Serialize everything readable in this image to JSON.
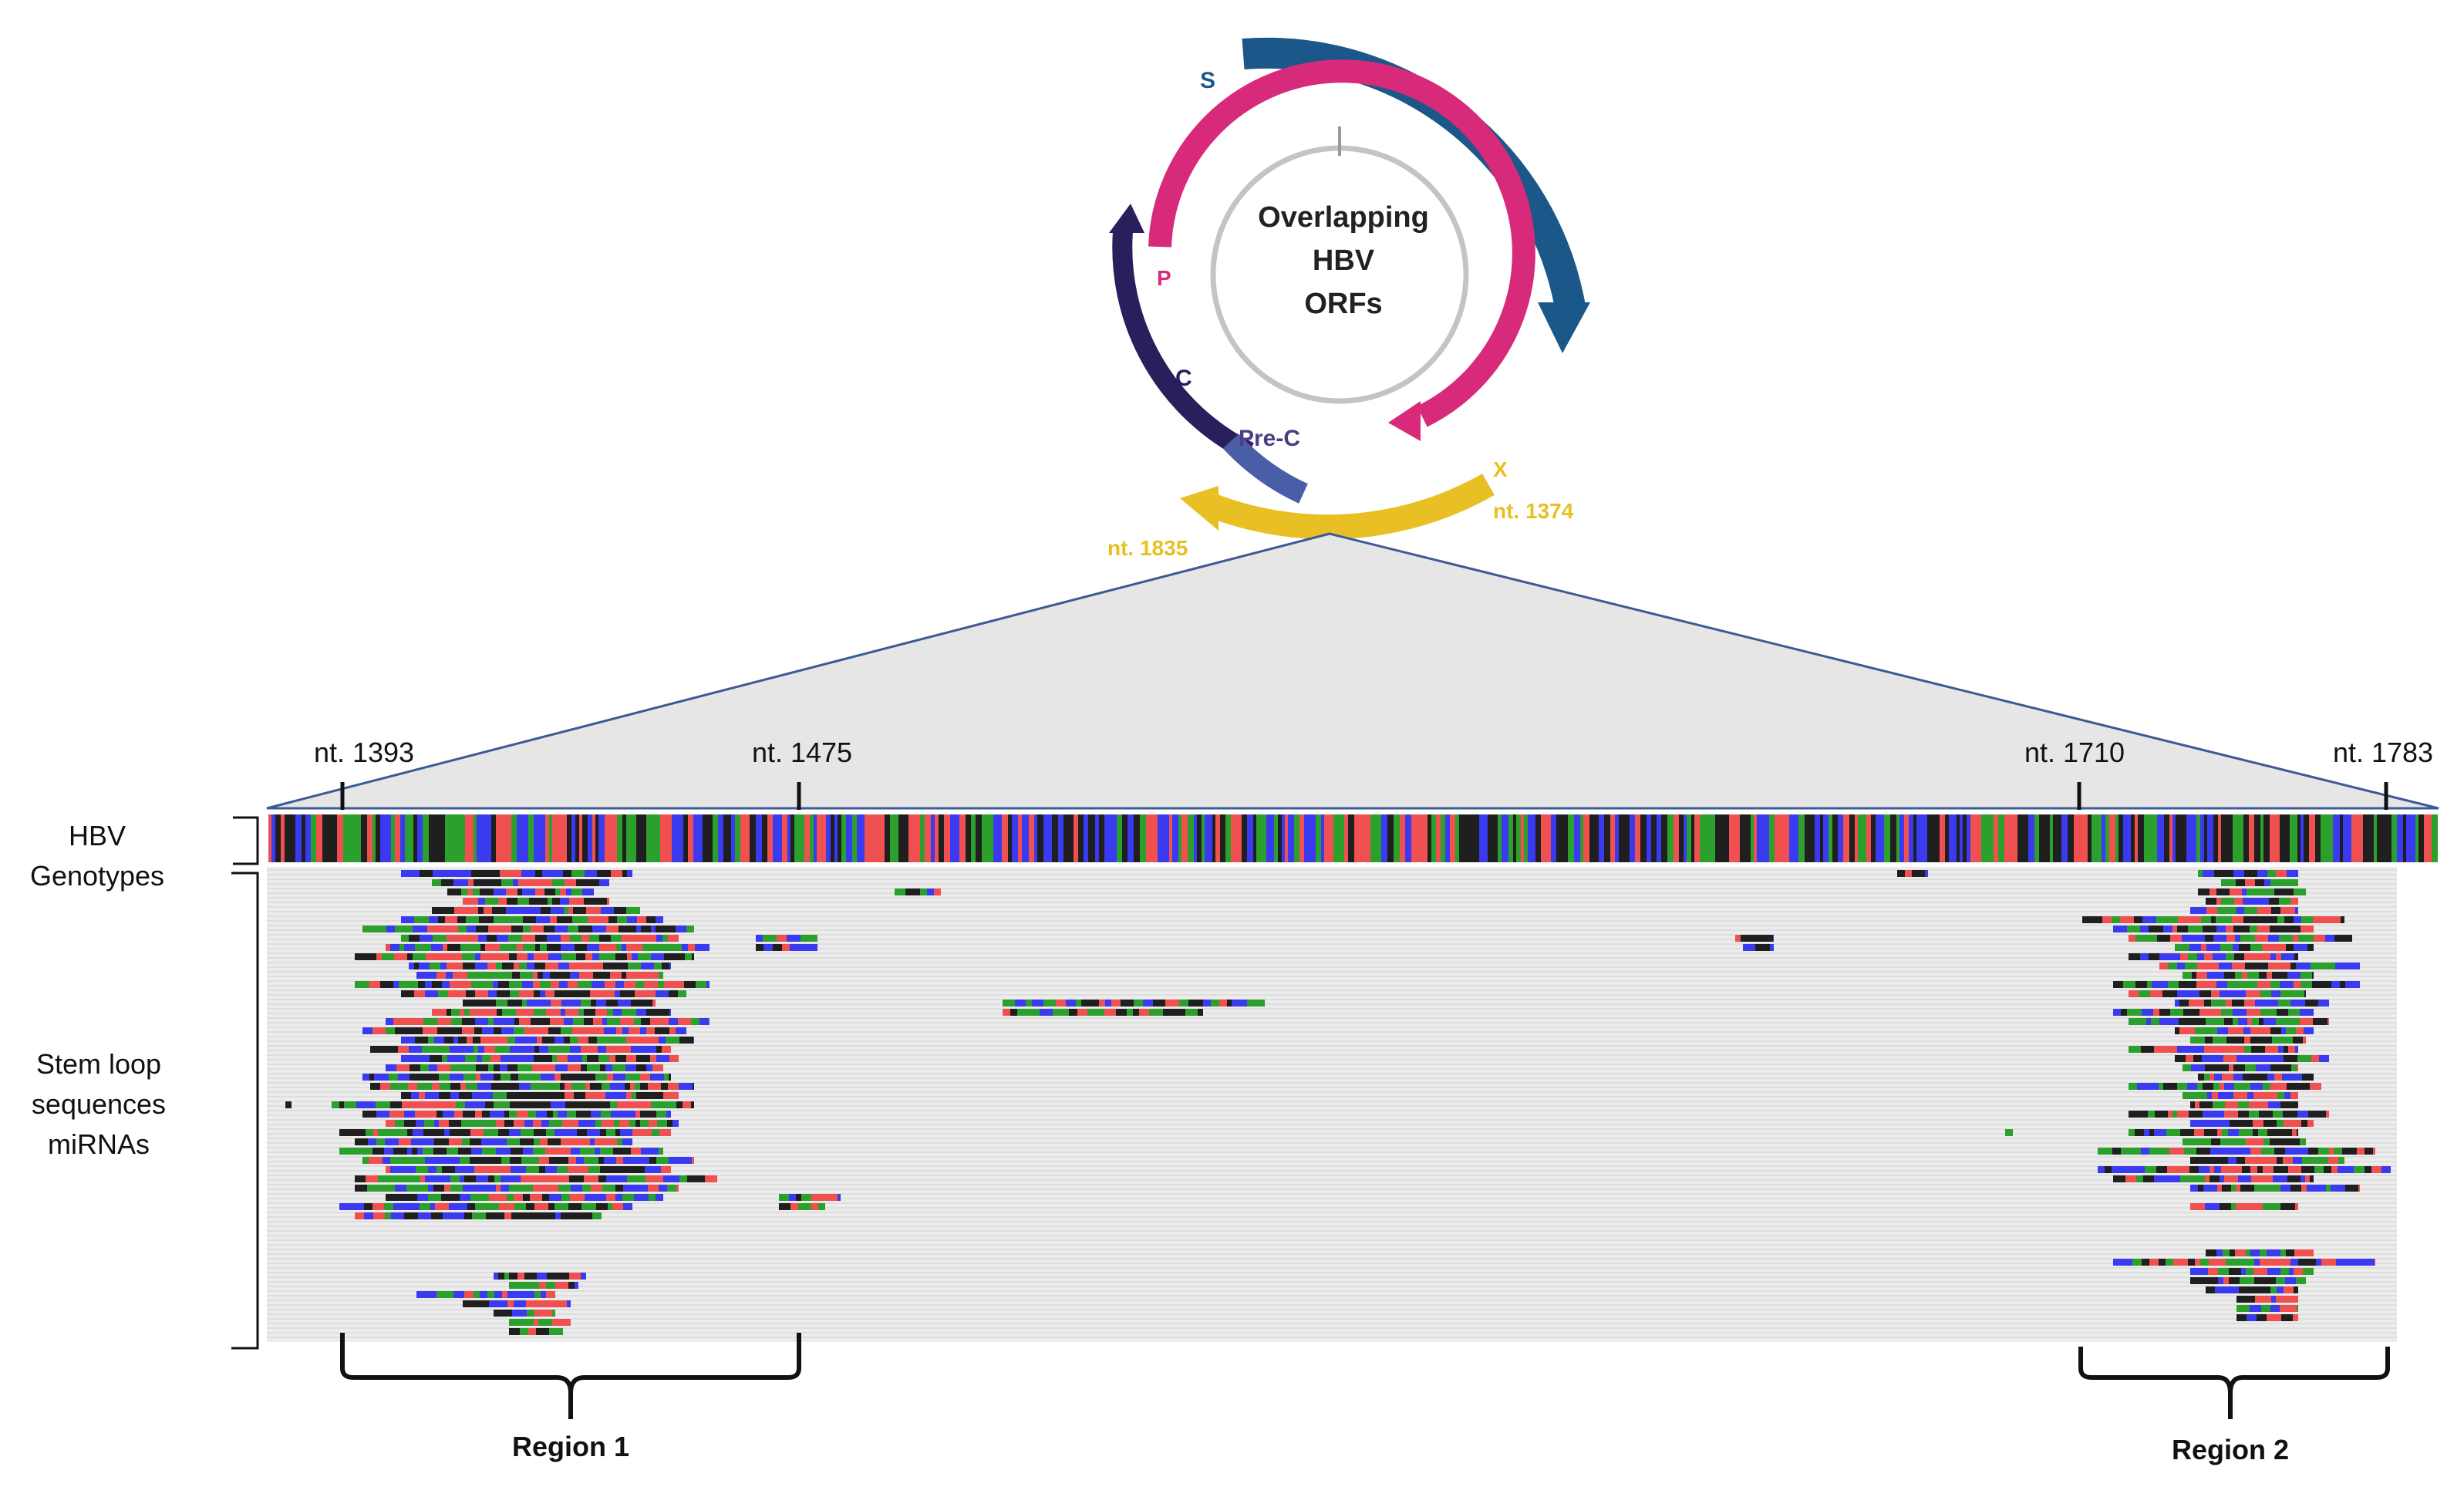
{
  "circle": {
    "title_lines": [
      "Overlapping",
      "HBV",
      "ORFs"
    ],
    "orfs": [
      {
        "label": "S",
        "color": "#1b5789"
      },
      {
        "label": "P",
        "color": "#d72a7b"
      },
      {
        "label": "C",
        "color": "#2b1e5d"
      },
      {
        "label": "Pre-C",
        "color": "#4a5ea8"
      },
      {
        "label": "X",
        "color": "#e9c023"
      }
    ],
    "x_start_label": "nt. 1374",
    "x_end_label": "nt. 1835"
  },
  "alignment": {
    "position_markers": [
      "nt. 1393",
      "nt. 1475",
      "nt. 1710",
      "nt. 1783"
    ],
    "left_labels": {
      "genotypes": [
        "HBV",
        "Genotypes"
      ],
      "stemloops": [
        "Stem loop",
        "sequences",
        "miRNAs"
      ]
    },
    "base_colors": {
      "A": "#3a3af0",
      "C": "#2ca02c",
      "G": "#1f1f1f",
      "T": "#f05050"
    },
    "regions": [
      {
        "label": "Region 1",
        "from": "nt. 1393",
        "to": "nt. 1475"
      },
      {
        "label": "Region 2",
        "from": "nt. 1710",
        "to": "nt. 1783"
      }
    ]
  }
}
